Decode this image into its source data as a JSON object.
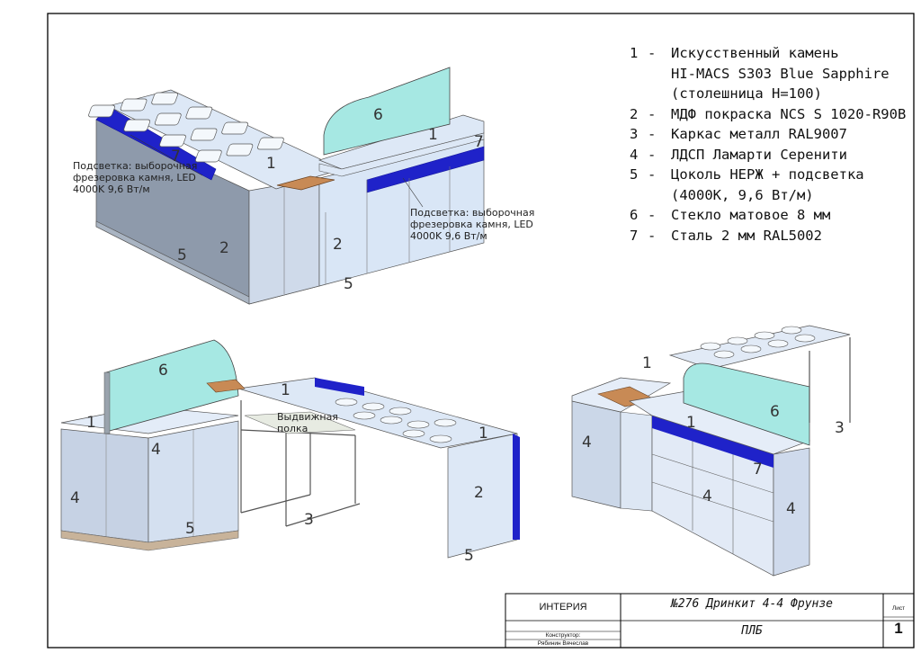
{
  "legend": [
    {
      "num": "1",
      "text": "Искусственный камень\nHI-MACS S303 Blue Sapphire\n(столешница Н=100)"
    },
    {
      "num": "2",
      "text": "МДФ покраска NCS S 1020-R90B"
    },
    {
      "num": "3",
      "text": "Каркас металл RAL9007"
    },
    {
      "num": "4",
      "text": "ЛДСП Ламарти Серенити"
    },
    {
      "num": "5",
      "text": "Цоколь НЕРЖ + подсветка\n(4000К, 9,6 Вт/м)"
    },
    {
      "num": "6",
      "text": "Стекло матовое 8 мм"
    },
    {
      "num": "7",
      "text": "Сталь 2 мм RAL5002"
    }
  ],
  "legend_dash": "-",
  "notes": {
    "note_left": [
      "Подсветка: выборочная",
      "фрезеровка камня, LED",
      "4000K 9,6 Вт/м"
    ],
    "note_right": [
      "Подсветка: выборочная",
      "фрезеровка камня, LED",
      "4000K 9,6 Вт/м"
    ],
    "shelf": [
      "Выдвижная",
      "полка"
    ]
  },
  "callouts": {
    "v1": [
      "7",
      "1",
      "2",
      "5",
      "6",
      "1",
      "7",
      "2",
      "5"
    ],
    "v2": [
      "6",
      "1",
      "1",
      "4",
      "4",
      "5",
      "1",
      "2",
      "5",
      "3"
    ],
    "v3": [
      "1",
      "1",
      "6",
      "4",
      "4",
      "4",
      "3",
      "7"
    ]
  },
  "title_block": {
    "company": "ИНТЕРИЯ",
    "project": "№276 Дринкит 4-4 Фрунзе",
    "sheet_label": "Лист",
    "sheet_name": "ПЛБ",
    "sheet_num": "1",
    "designer_label": "Конструктор:",
    "designer_name": "Рябинин Вячеслав"
  },
  "colors": {
    "panel_light": "#d9e6f6",
    "panel_mid": "#b7c4d6",
    "panel_dark": "#8e9aab",
    "accent_blue": "#1f22c9",
    "glass": "#a6e8e3",
    "wood": "#c88a55"
  }
}
